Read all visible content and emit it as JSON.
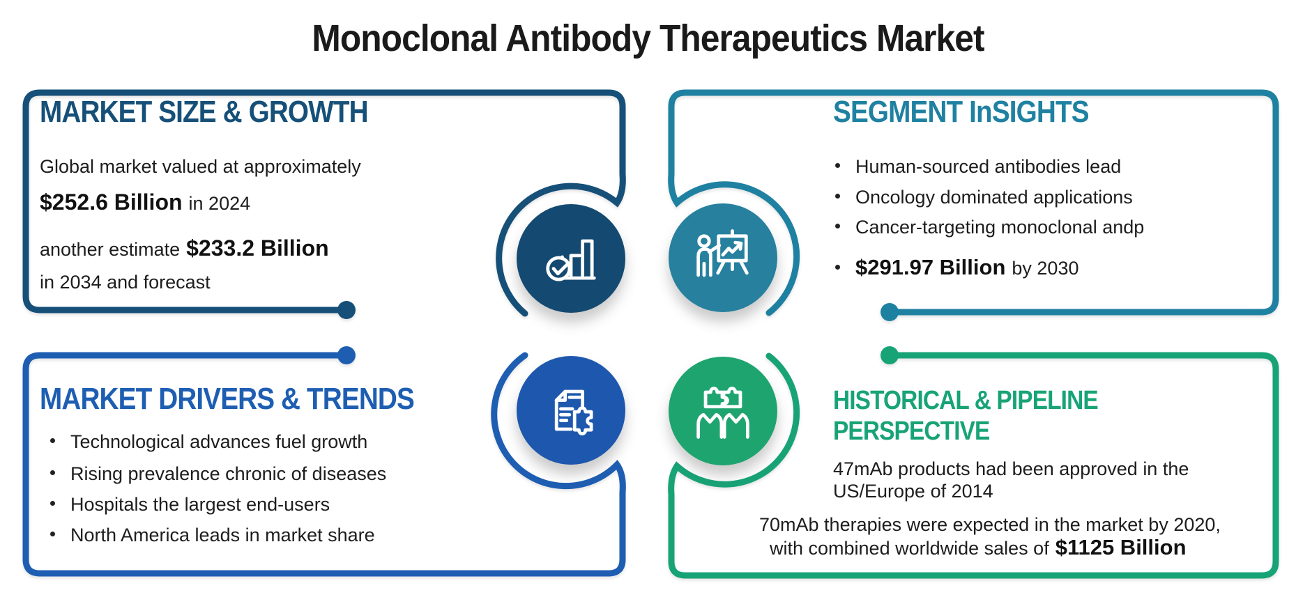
{
  "title": "Monoclonal Antibody Therapeutics Market",
  "colors": {
    "navy": "#165078",
    "teal": "#1f81a1",
    "blue": "#1e5eb2",
    "green": "#18a376",
    "text": "#1d1d1d",
    "circle_navy": "#144a71",
    "circle_teal": "#26809e",
    "circle_blue": "#1d57ae",
    "circle_green": "#1ea46f"
  },
  "panels": {
    "market_size": {
      "heading": "MARKET SIZE & GROWTH",
      "line1": "Global market valued at approximately",
      "value1": "$252.6 Billion",
      "value1_suffix": "in 2024",
      "line2_prefix": "another estimate",
      "value2": "$233.2 Billion",
      "line3": "in 2034 and forecast",
      "icon": "bar-chart-check-icon"
    },
    "segment_insights": {
      "heading": "SEGMENT InSIGHTS",
      "bullets": [
        "Human-sourced antibodies lead",
        "Oncology dominated applications",
        "Cancer-targeting monoclonal andp"
      ],
      "value_bullet_value": "$291.97 Billion",
      "value_bullet_suffix": "by 2030",
      "icon": "presentation-growth-icon"
    },
    "market_drivers": {
      "heading": "MARKET DRIVERS & TRENDS",
      "bullets": [
        "Technological advances fuel growth",
        "Rising prevalence chronic of diseases",
        "Hospitals the largest end-users",
        "North America leads in market share"
      ],
      "icon": "document-puzzle-icon"
    },
    "historical_pipeline": {
      "heading_line1": "HISTORICAL & PIPELINE",
      "heading_line2": "PERSPECTIVE",
      "para1_line1": "47mAb products had been approved in the",
      "para1_line2": "US/Europe of 2014",
      "para2_line1": "70mAb therapies were expected in the market  by 2020,",
      "para2_prefix": "with combined worldwide sales of",
      "para2_value": "$1125 Billion",
      "icon": "hands-puzzle-icon"
    }
  }
}
